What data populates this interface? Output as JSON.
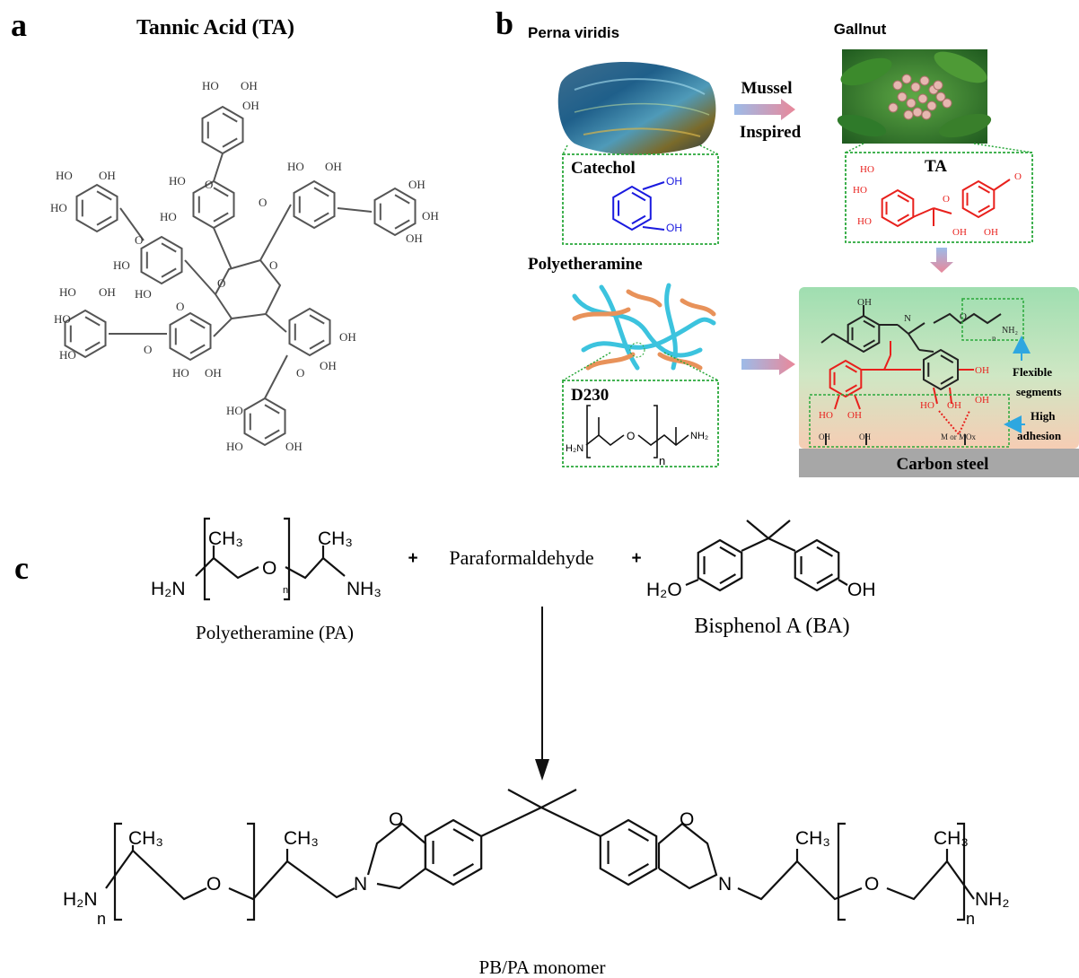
{
  "panel_a": {
    "letter": "a",
    "title": "Tannic Acid (TA)",
    "groups": [
      "OH",
      "HO",
      "O"
    ]
  },
  "panel_b": {
    "letter": "b",
    "mussel_label": "Perna viridis",
    "gallnut_label": "Gallnut",
    "arrow_line1": "Mussel",
    "arrow_line2": "Inspired",
    "catechol_label": "Catechol",
    "ta_label": "TA",
    "polyetheramine_label": "Polyetheramine",
    "d230_label": "D230",
    "d230_h2n": "H₂N",
    "d230_o": "O",
    "d230_n": "n",
    "d230_nh2": "NH₂",
    "flexible_line1": "Flexible",
    "flexible_line2": "segments",
    "high_line1": "High",
    "high_line2": "adhesion",
    "carbon_steel": "Carbon steel",
    "m_or_mox": "M or MOx",
    "oh": "OH",
    "ho": "HO",
    "n": "N",
    "o": "O",
    "nh2_sub": "NH₂",
    "sub_n": "n",
    "colors": {
      "catechol": "#1a1adf",
      "ta": "#e8201c",
      "box_border": "#29a83a",
      "panel_top": "#9fdeb0",
      "panel_bottom": "#f6cdb4",
      "steel": "#a7a7a7",
      "arrow_blue": "#9dbbe8",
      "arrow_pink": "#e9889a",
      "cyan_arrow": "#2ea7e0"
    }
  },
  "panel_c": {
    "letter": "c",
    "pa_h2n": "H₂N",
    "pa_ch3_1": "CH₃",
    "pa_o": "O",
    "pa_n": "n",
    "pa_ch3_2": "CH₃",
    "pa_nh3": "NH₃",
    "plus1": "+",
    "paraformaldehyde": "Paraformaldehyde",
    "plus2": "+",
    "ba_h2o": "H₂O",
    "ba_oh": "OH",
    "pa_caption": "Polyetheramine (PA)",
    "ba_caption": "Bisphenol A (BA)",
    "product_caption": "PB/PA monomer",
    "prod_h2n": "H₂N",
    "prod_ch3": "CH₃",
    "prod_o": "O",
    "prod_n_atom": "N",
    "prod_n_sub": "n",
    "prod_nh2": "NH₂"
  }
}
